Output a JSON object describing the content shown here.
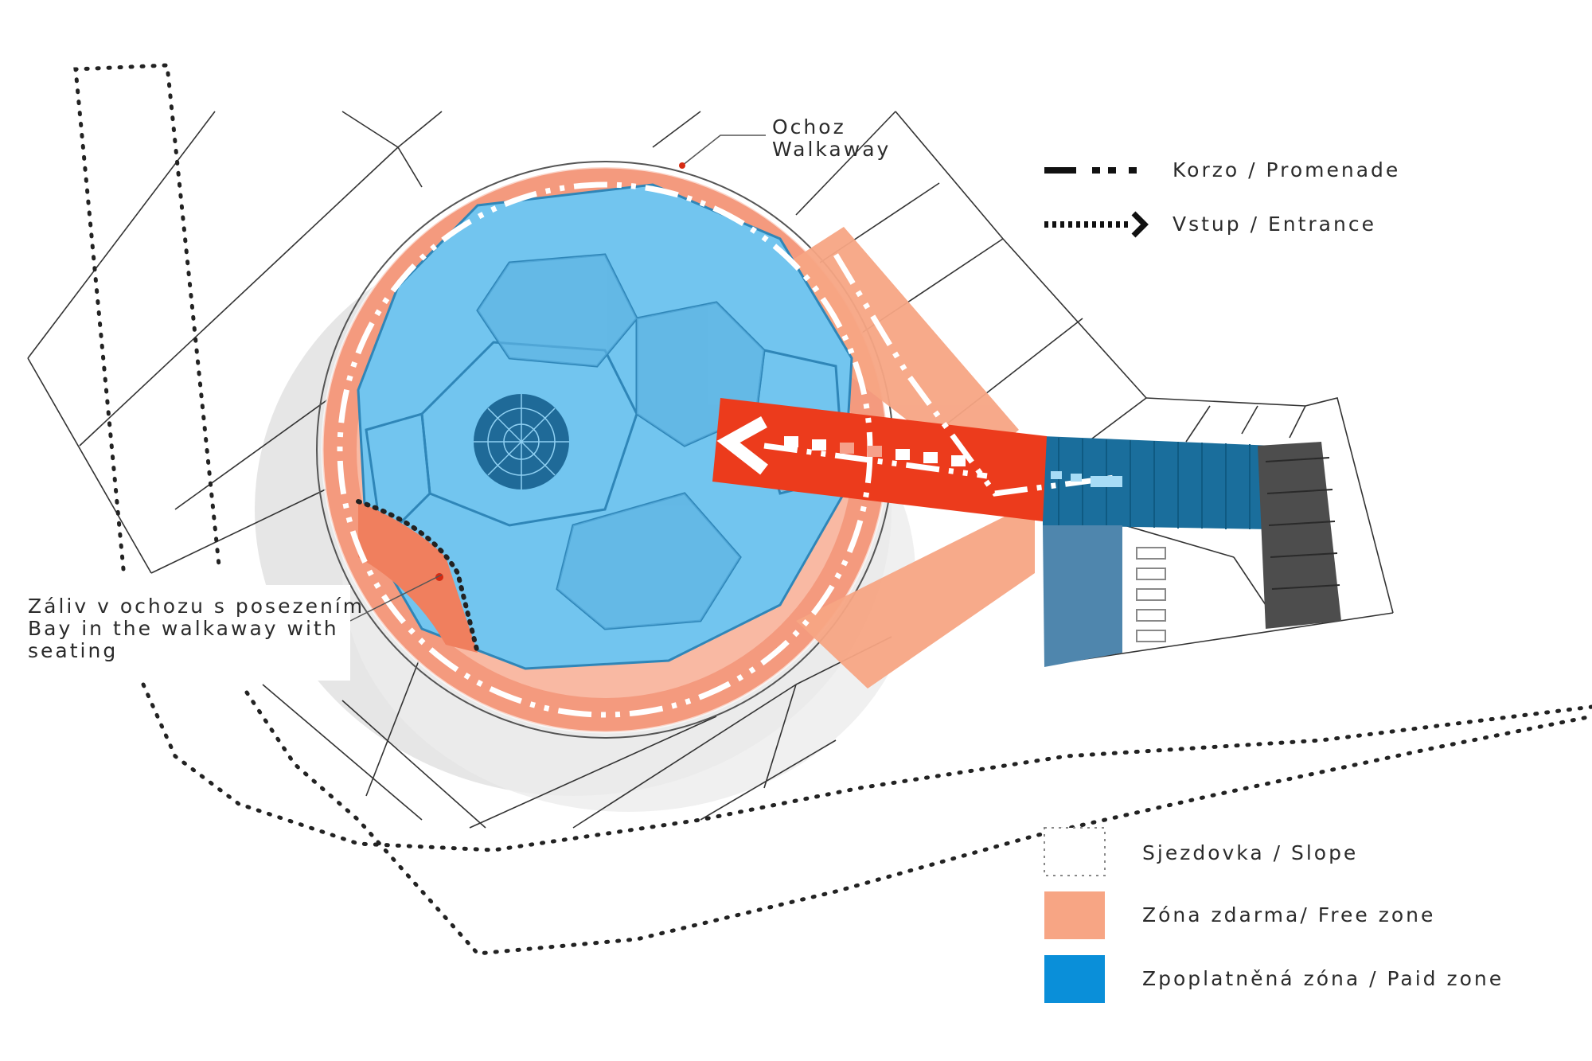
{
  "callouts": {
    "walkaway_cz": "Ochoz",
    "walkaway_en": "Walkaway",
    "bay_line1": "Záliv v ochozu s posezením",
    "bay_line2": "Bay in the walkaway with",
    "bay_line3": "seating"
  },
  "legend_lines": [
    {
      "label": "Korzo / Promenade",
      "style": "dash-dot"
    },
    {
      "label": "Vstup / Entrance",
      "style": "dotted-arrow"
    }
  ],
  "legend_zones": [
    {
      "label": "Sjezdovka / Slope",
      "swatch": "dotted-outline"
    },
    {
      "label": "Zóna zdarma/ Free zone",
      "color": "#f7a584"
    },
    {
      "label": "Zpoplatněná zóna / Paid zone",
      "color": "#0a8fd9"
    }
  ],
  "colors": {
    "free_zone": "#f7a584",
    "free_zone_ring": "#f49a7e",
    "paid_zone": "#72c5ef",
    "paid_zone_dark": "#1a6e9c",
    "entrance_bridge": "#ec3b1c",
    "lines": "#333333",
    "promenade": "#ffffff"
  }
}
